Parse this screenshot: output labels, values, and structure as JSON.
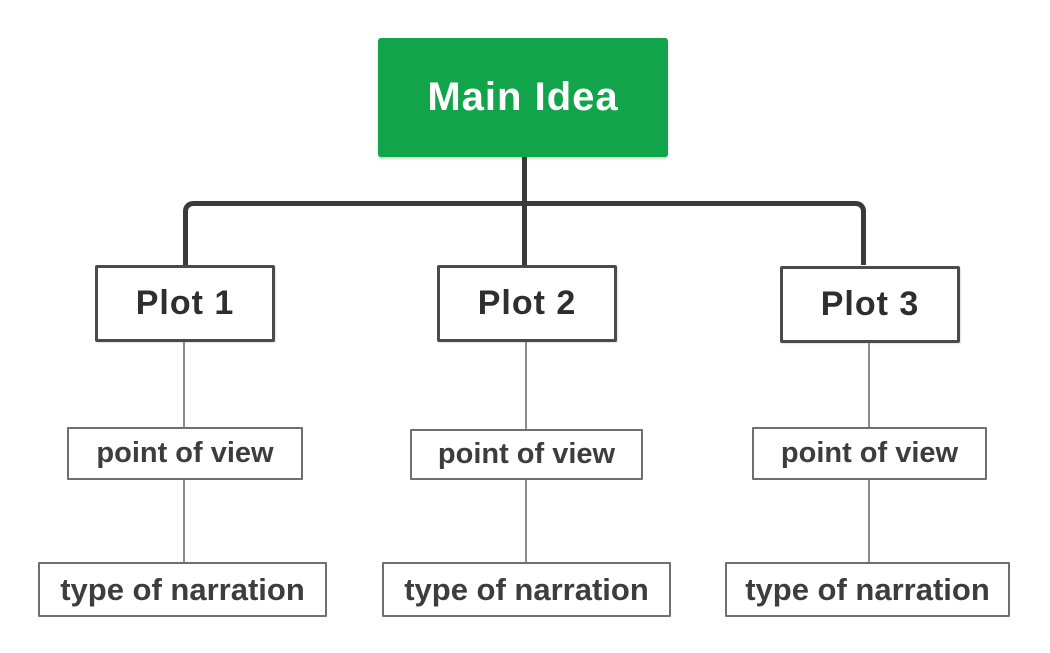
{
  "diagram": {
    "title": "story map tree",
    "colors": {
      "root_background": "#12a44b",
      "root_text": "#ffffff",
      "connector": "#3a3a3a",
      "thin_line": "#8c8c8c",
      "plot_border": "#4a4a4a",
      "sub_border": "#6f6f6f",
      "background": "#ffffff"
    },
    "root": {
      "label": "Main Idea"
    },
    "columns": [
      {
        "plot": "Plot 1",
        "point_of_view": "point of view",
        "narration": "type of narration"
      },
      {
        "plot": "Plot 2",
        "point_of_view": "point of view",
        "narration": "type of narration"
      },
      {
        "plot": "Plot 3",
        "point_of_view": "point of view",
        "narration": "type of narration"
      }
    ]
  }
}
